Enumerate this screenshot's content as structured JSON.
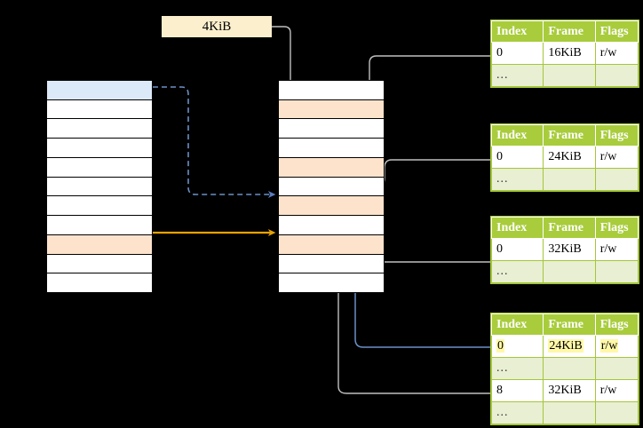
{
  "diagram": {
    "title": "",
    "size_label": {
      "text": "4KiB"
    },
    "colors": {
      "background": "#000000",
      "table_header": "#A8CC3C",
      "table_ellipsis_row": "#E9EFD3",
      "highlight_yellow": "#FFF8A8",
      "cell_blue": "#DCE9F9",
      "cell_peach": "#FDE3CC",
      "arrow_blue": "#6B8FC7",
      "arrow_orange": "#E8A200",
      "arrow_gray": "#B8B8B8",
      "size_label_bg": "#FCEFCD"
    },
    "virtual_column": {
      "name": "virtual-address-space",
      "cells": [
        {
          "fill": "blue"
        },
        {
          "fill": "white"
        },
        {
          "fill": "white"
        },
        {
          "fill": "white"
        },
        {
          "fill": "white"
        },
        {
          "fill": "white"
        },
        {
          "fill": "white"
        },
        {
          "fill": "white"
        },
        {
          "fill": "peach"
        },
        {
          "fill": "white"
        },
        {
          "fill": "white"
        }
      ]
    },
    "physical_column": {
      "name": "physical-memory",
      "cells": [
        {
          "fill": "white"
        },
        {
          "fill": "peach"
        },
        {
          "fill": "white"
        },
        {
          "fill": "white"
        },
        {
          "fill": "peach"
        },
        {
          "fill": "white"
        },
        {
          "fill": "peach"
        },
        {
          "fill": "white"
        },
        {
          "fill": "peach"
        },
        {
          "fill": "white"
        },
        {
          "fill": "white"
        }
      ]
    },
    "page_tables": [
      {
        "name": "page-table-level-1",
        "headers": [
          "Index",
          "Frame",
          "Flags"
        ],
        "rows": [
          {
            "type": "data",
            "index": "0",
            "frame": "16KiB",
            "flags": "r/w",
            "highlight": false
          },
          {
            "type": "ellipsis",
            "index": "...",
            "frame": "",
            "flags": ""
          }
        ]
      },
      {
        "name": "page-table-level-2",
        "headers": [
          "Index",
          "Frame",
          "Flags"
        ],
        "rows": [
          {
            "type": "data",
            "index": "0",
            "frame": "24KiB",
            "flags": "r/w",
            "highlight": false
          },
          {
            "type": "ellipsis",
            "index": "...",
            "frame": "",
            "flags": ""
          }
        ]
      },
      {
        "name": "page-table-level-3",
        "headers": [
          "Index",
          "Frame",
          "Flags"
        ],
        "rows": [
          {
            "type": "data",
            "index": "0",
            "frame": "32KiB",
            "flags": "r/w",
            "highlight": false
          },
          {
            "type": "ellipsis",
            "index": "...",
            "frame": "",
            "flags": ""
          }
        ]
      },
      {
        "name": "page-table-level-4",
        "headers": [
          "Index",
          "Frame",
          "Flags"
        ],
        "rows": [
          {
            "type": "data",
            "index": "0",
            "frame": "24KiB",
            "flags": "r/w",
            "highlight": true
          },
          {
            "type": "ellipsis",
            "index": "...",
            "frame": "",
            "flags": ""
          },
          {
            "type": "data",
            "index": "8",
            "frame": "32KiB",
            "flags": "r/w",
            "highlight": false
          },
          {
            "type": "ellipsis",
            "index": "...",
            "frame": "",
            "flags": ""
          }
        ]
      }
    ]
  }
}
